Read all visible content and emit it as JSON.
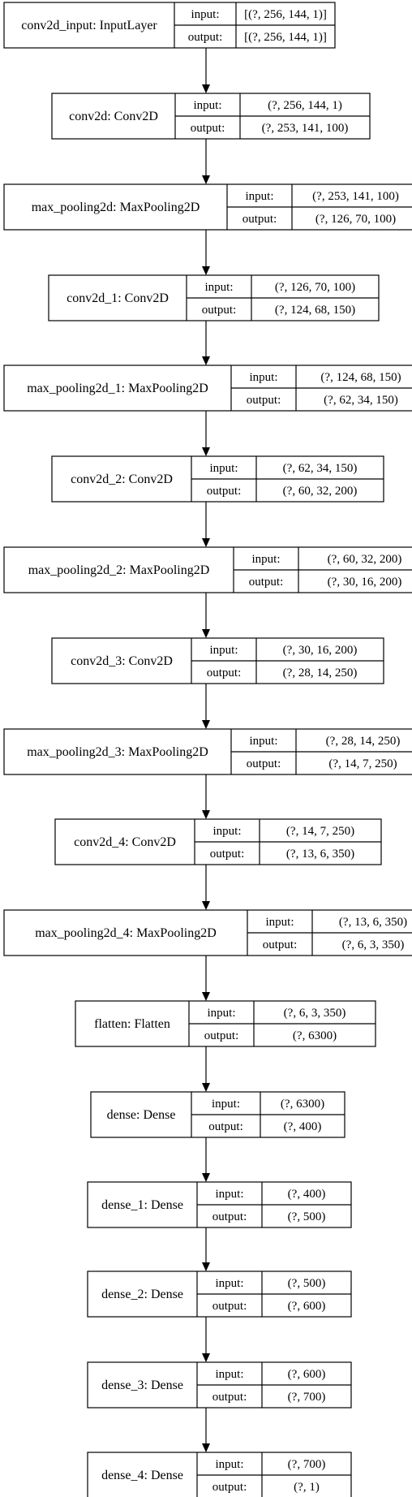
{
  "diagram": {
    "type": "model-architecture",
    "labels": {
      "input": "input:",
      "output": "output:"
    },
    "nodes": [
      {
        "name": "conv2d_input: InputLayer",
        "input": "[(?, 256, 144, 1)]",
        "output": "[(?, 256, 144, 1)]"
      },
      {
        "name": "conv2d: Conv2D",
        "input": "(?, 256, 144, 1)",
        "output": "(?, 253, 141, 100)"
      },
      {
        "name": "max_pooling2d: MaxPooling2D",
        "input": "(?, 253, 141, 100)",
        "output": "(?, 126, 70, 100)"
      },
      {
        "name": "conv2d_1: Conv2D",
        "input": "(?, 126, 70, 100)",
        "output": "(?, 124, 68, 150)"
      },
      {
        "name": "max_pooling2d_1: MaxPooling2D",
        "input": "(?, 124, 68, 150)",
        "output": "(?, 62, 34, 150)"
      },
      {
        "name": "conv2d_2: Conv2D",
        "input": "(?, 62, 34, 150)",
        "output": "(?, 60, 32, 200)"
      },
      {
        "name": "max_pooling2d_2: MaxPooling2D",
        "input": "(?, 60, 32, 200)",
        "output": "(?, 30, 16, 200)"
      },
      {
        "name": "conv2d_3: Conv2D",
        "input": "(?, 30, 16, 200)",
        "output": "(?, 28, 14, 250)"
      },
      {
        "name": "max_pooling2d_3: MaxPooling2D",
        "input": "(?, 28, 14, 250)",
        "output": "(?, 14, 7, 250)"
      },
      {
        "name": "conv2d_4: Conv2D",
        "input": "(?, 14, 7, 250)",
        "output": "(?, 13, 6, 350)"
      },
      {
        "name": "max_pooling2d_4: MaxPooling2D",
        "input": "(?, 13, 6, 350)",
        "output": "(?, 6, 3, 350)"
      },
      {
        "name": "flatten: Flatten",
        "input": "(?, 6, 3, 350)",
        "output": "(?, 6300)"
      },
      {
        "name": "dense: Dense",
        "input": "(?, 6300)",
        "output": "(?, 400)"
      },
      {
        "name": "dense_1: Dense",
        "input": "(?, 400)",
        "output": "(?, 500)"
      },
      {
        "name": "dense_2: Dense",
        "input": "(?, 500)",
        "output": "(?, 600)"
      },
      {
        "name": "dense_3: Dense",
        "input": "(?, 600)",
        "output": "(?, 700)"
      },
      {
        "name": "dense_4: Dense",
        "input": "(?, 700)",
        "output": "(?, 1)"
      }
    ]
  },
  "colors": {
    "background": "#ffffff",
    "stroke": "#000000",
    "text": "#000000"
  }
}
